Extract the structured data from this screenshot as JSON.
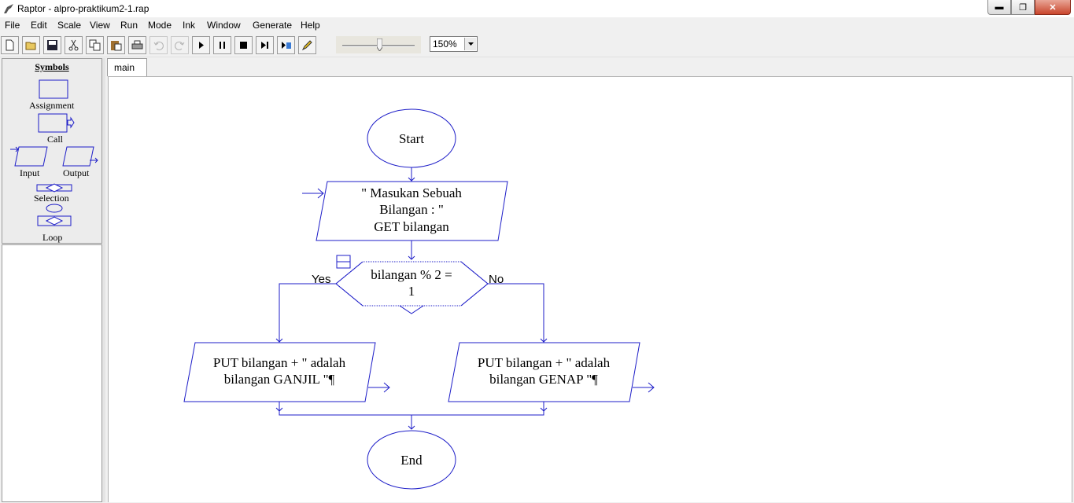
{
  "window": {
    "title": "Raptor - alpro-praktikum2-1.rap",
    "minimize": "▬",
    "maximize": "❐",
    "close": "✕"
  },
  "menu": [
    "File",
    "Edit",
    "Scale",
    "View",
    "Run",
    "Mode",
    "Ink",
    "Window",
    "Generate",
    "Help"
  ],
  "toolbar": {
    "buttons": [
      "new-icon",
      "open-icon",
      "save-icon",
      "cut-icon",
      "copy-icon",
      "paste-icon",
      "print-icon",
      "undo-icon",
      "redo-icon",
      "play-icon",
      "pause-icon",
      "stop-icon",
      "step-icon",
      "step-to-completion-icon",
      "pen-icon"
    ],
    "zoom_value": "150%",
    "speed_level": 0.52
  },
  "palette": {
    "heading": "Symbols",
    "assignment": "Assignment",
    "call": "Call",
    "input": "Input",
    "output": "Output",
    "selection": "Selection",
    "loop": "Loop"
  },
  "tabs": [
    "main"
  ],
  "flowchart": {
    "start": "Start",
    "input_line1": "\" Masukan Sebuah",
    "input_line2": "Bilangan : \"",
    "input_line3": "GET bilangan",
    "condition_line1": "bilangan % 2 =",
    "condition_line2": "1",
    "yes_label": "Yes",
    "no_label": "No",
    "out_yes_line1": "PUT bilangan  +  \" adalah",
    "out_yes_line2": "bilangan GANJIL \"¶",
    "out_no_line1": "PUT bilangan  +  \" adalah",
    "out_no_line2": "bilangan GENAP \"¶",
    "end": "End"
  },
  "colors": {
    "flow_line": "#1d1dc8",
    "canvas": "#ffffff",
    "chrome": "#f0f0f0"
  }
}
